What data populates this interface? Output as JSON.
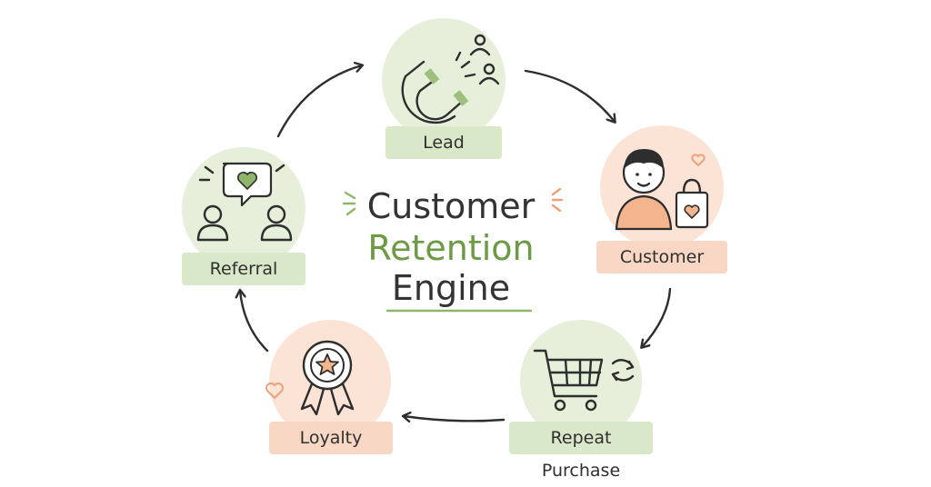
{
  "diagram": {
    "title": {
      "line1": "Customer",
      "line2": "Retention",
      "line3": "Engine"
    },
    "stages": [
      {
        "label": "Lead",
        "icon": "magnet-icon"
      },
      {
        "label": "Customer",
        "icon": "person-shopping-bag-icon"
      },
      {
        "label": "Repeat Purchase",
        "icon": "shopping-cart-icon"
      },
      {
        "label": "Loyalty",
        "icon": "award-badge-icon"
      },
      {
        "label": "Referral",
        "icon": "people-chat-heart-icon"
      }
    ],
    "colors": {
      "green": "#e5efd9",
      "green_label": "#d9e8c8",
      "peach": "#fbe3d6",
      "peach_label": "#f8d8c4",
      "accent_green": "#6c9a45",
      "accent_peach": "#f0a07a",
      "ink": "#2e2e2e"
    }
  }
}
